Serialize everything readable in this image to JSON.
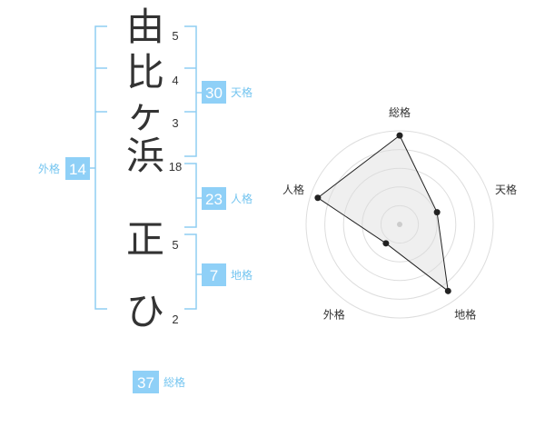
{
  "colors": {
    "accent": "#8fd0f7",
    "label": "#74c5f0",
    "text": "#333333",
    "bracket": "#8fcdf2"
  },
  "characters": [
    {
      "char": "由",
      "strokes": "5"
    },
    {
      "char": "比",
      "strokes": "4"
    },
    {
      "char": "ヶ",
      "strokes": "3"
    },
    {
      "char": "浜",
      "strokes": "18"
    },
    {
      "char": "正",
      "strokes": "5"
    },
    {
      "char": "ひ",
      "strokes": "2"
    }
  ],
  "scores": {
    "tenkaku": {
      "value": "30",
      "label": "天格"
    },
    "jinkaku": {
      "value": "23",
      "label": "人格"
    },
    "chikaku": {
      "value": "7",
      "label": "地格"
    },
    "gaikaku": {
      "value": "14",
      "label": "外格"
    },
    "soukaku": {
      "value": "37",
      "label": "総格"
    }
  },
  "chart_data": {
    "type": "radar",
    "axes": [
      "総格",
      "天格",
      "地格",
      "外格",
      "人格"
    ],
    "values": [
      0.95,
      0.42,
      0.88,
      0.25,
      0.92
    ],
    "rings": 5
  }
}
